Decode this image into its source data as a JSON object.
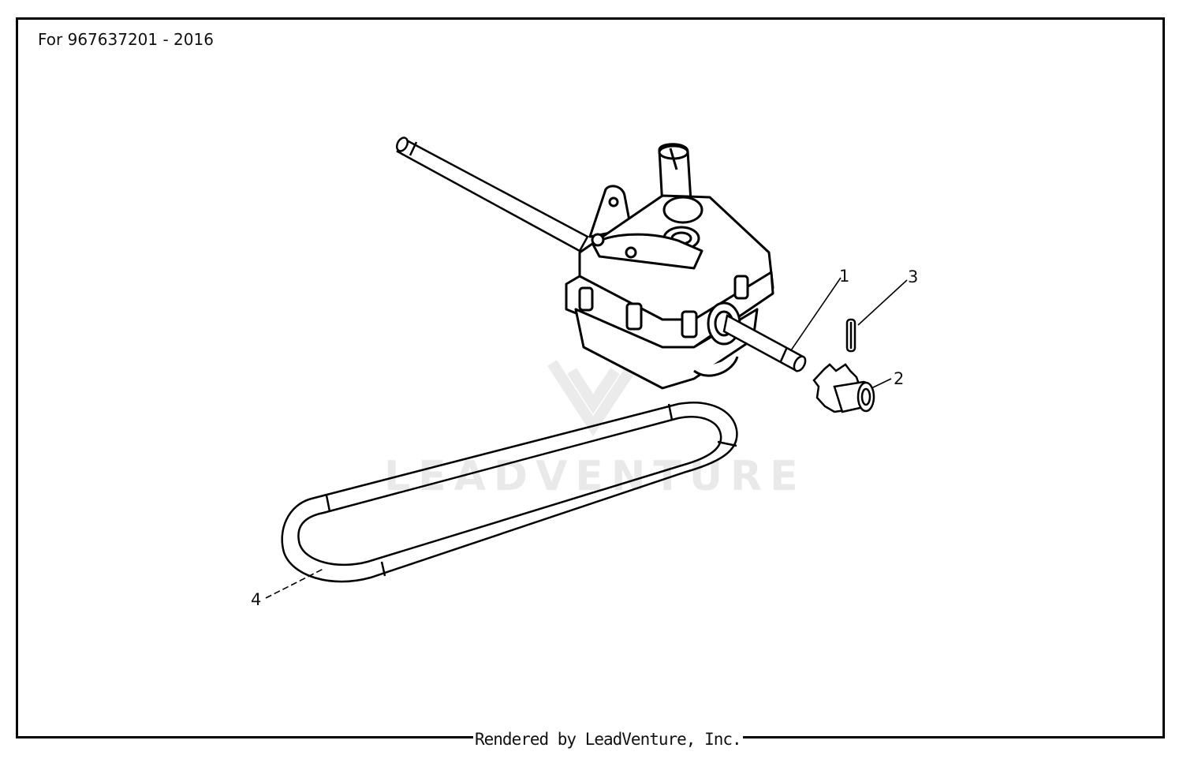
{
  "header": {
    "title": "For 967637201 - 2016"
  },
  "watermark": {
    "text": "LEADVENTURE"
  },
  "footer": {
    "text": "Rendered by LeadVenture, Inc."
  },
  "callouts": [
    {
      "id": "1",
      "label": "1"
    },
    {
      "id": "2",
      "label": "2"
    },
    {
      "id": "3",
      "label": "3"
    },
    {
      "id": "4",
      "label": "4"
    }
  ]
}
